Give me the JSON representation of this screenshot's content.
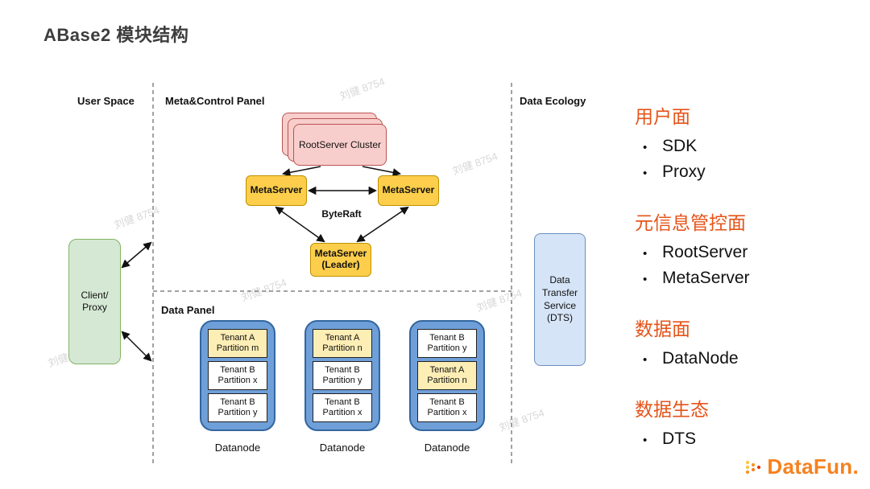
{
  "title": "ABase2 模块结构",
  "watermark": "刘健 8754",
  "legend_bullet": "•",
  "diagram": {
    "sections": {
      "user_space": "User Space",
      "meta_control": "Meta&Control Panel",
      "data_ecology": "Data Ecology",
      "data_panel": "Data Panel"
    },
    "client": "Client/ Proxy",
    "rootserver_cluster": "RootServer Cluster",
    "metaserver_left": "MetaServer",
    "metaserver_right": "MetaServer",
    "byteraft": "ByteRaft",
    "metaserver_leader": "MetaServer (Leader)",
    "dts": "Data Transfer Service (DTS)",
    "datanodes": [
      {
        "label": "Datanode",
        "partitions": [
          {
            "l1": "Tenant A",
            "l2": "Partition m",
            "tenant": "a"
          },
          {
            "l1": "Tenant B",
            "l2": "Partition x",
            "tenant": "b"
          },
          {
            "l1": "Tenant B",
            "l2": "Partition y",
            "tenant": "b"
          }
        ]
      },
      {
        "label": "Datanode",
        "partitions": [
          {
            "l1": "Tenant A",
            "l2": "Partition n",
            "tenant": "a"
          },
          {
            "l1": "Tenant B",
            "l2": "Partition y",
            "tenant": "b"
          },
          {
            "l1": "Tenant B",
            "l2": "Partition x",
            "tenant": "b"
          }
        ]
      },
      {
        "label": "Datanode",
        "partitions": [
          {
            "l1": "Tenant B",
            "l2": "Partition y",
            "tenant": "b"
          },
          {
            "l1": "Tenant A",
            "l2": "Partition n",
            "tenant": "a"
          },
          {
            "l1": "Tenant B",
            "l2": "Partition x",
            "tenant": "b"
          }
        ]
      }
    ]
  },
  "legend": [
    {
      "heading": "用户面",
      "items": [
        "SDK",
        "Proxy"
      ]
    },
    {
      "heading": "元信息管控面",
      "items": [
        "RootServer",
        "MetaServer"
      ]
    },
    {
      "heading": "数据面",
      "items": [
        "DataNode"
      ]
    },
    {
      "heading": "数据生态",
      "items": [
        "DTS"
      ]
    }
  ],
  "logo": {
    "text": "DataFun."
  },
  "colors": {
    "accent_orange": "#e5541a",
    "logo_orange": "#f5821f",
    "client_fill": "#d5e8d4",
    "client_stroke": "#82b366",
    "rootserver_fill": "#f8cecc",
    "rootserver_stroke": "#b85450",
    "metaserver_fill": "#fcce4b",
    "metaserver_stroke": "#bf9000",
    "datanode_fill": "#6f9fd8",
    "datanode_stroke": "#33669e",
    "tenant_a_fill": "#fdeeb5",
    "dts_fill": "#d6e4f7",
    "dts_stroke": "#6c8ebf"
  }
}
